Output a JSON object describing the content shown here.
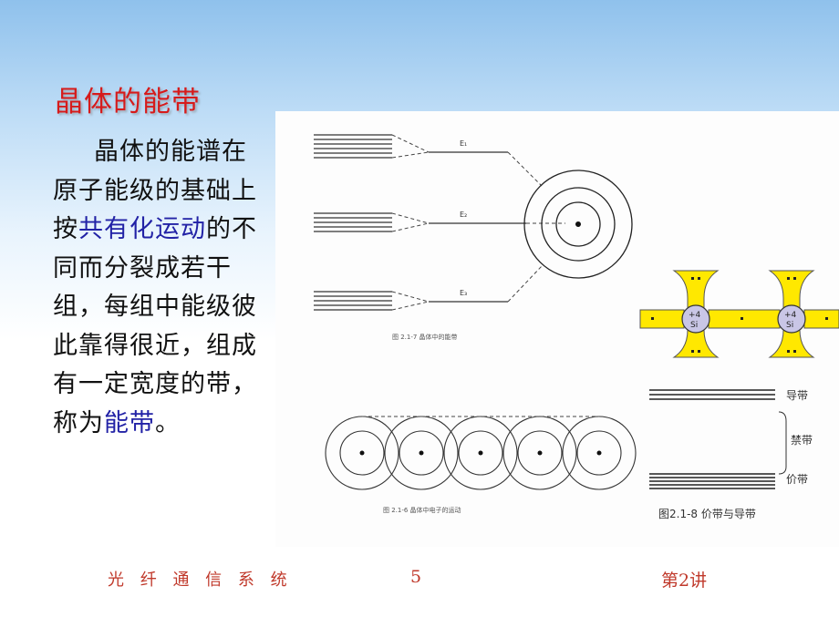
{
  "slide": {
    "title": "晶体的能带",
    "paragraph": {
      "p1": "晶体的能谱在原子能级的基础上按",
      "hl1": "共有化运动",
      "p2": "的不同而分裂成若干组，每组中能级彼此靠得很近，组成有一定宽度的带，称为",
      "hl2": "能带",
      "p3": "。"
    },
    "figure": {
      "labels": {
        "e1": "E₁",
        "e2": "E₂",
        "e3": "E₃"
      },
      "caption1": "图 2.1-7  晶体中的能带",
      "caption2": "图 2.1-6  晶体中电子的运动",
      "caption3": "图2.1-8  价带与导带",
      "atom_label": "+4\nSi",
      "atom_plus": "+4",
      "atom_si": "Si",
      "band_labels": {
        "conduction": "导带",
        "forbidden": "禁带",
        "valence": "价带"
      }
    },
    "footer": {
      "left": "光 纤 通 信 系 统",
      "page": "5",
      "right": "第2讲"
    },
    "colors": {
      "title": "#d61b1b",
      "highlight": "#2222a6",
      "footer": "#c0392b",
      "bond_yellow": "#ffe800"
    }
  }
}
